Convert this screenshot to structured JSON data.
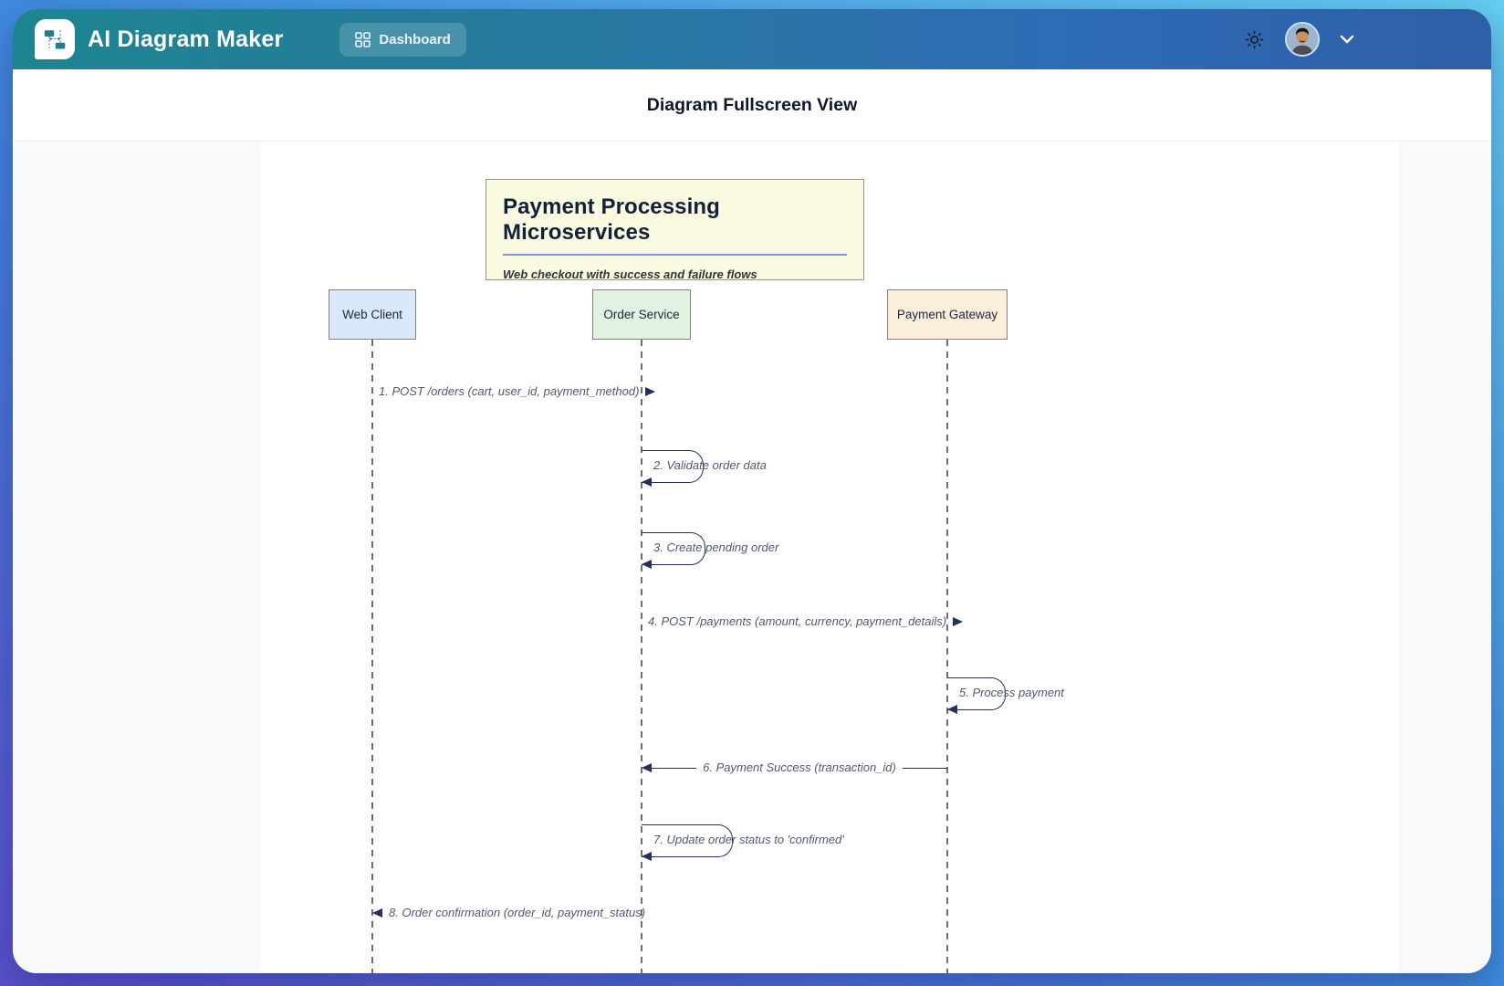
{
  "header": {
    "app_title": "AI Diagram Maker",
    "dashboard_label": "Dashboard",
    "icons": [
      "app-logo-sequence-icon",
      "dashboard-grid-icon",
      "sun-theme-icon",
      "user-avatar",
      "chevron-down-icon"
    ]
  },
  "page": {
    "title": "Diagram Fullscreen View"
  },
  "diagram": {
    "title": "Payment Processing Microservices",
    "subtitle": "Web checkout with success and failure flows",
    "participants": [
      {
        "label": "Web Client",
        "fill": "#D9E9FB"
      },
      {
        "label": "Order Service",
        "fill": "#E3F1E2"
      },
      {
        "label": "Payment Gateway",
        "fill": "#FBEEDA"
      }
    ],
    "messages": [
      {
        "label": "1. POST /orders (cart, user_id, payment_method)",
        "from": "Web Client",
        "to": "Order Service",
        "kind": "solid-arrow"
      },
      {
        "label": "2. Validate order data",
        "from": "Order Service",
        "to": "Order Service",
        "kind": "self"
      },
      {
        "label": "3. Create pending order",
        "from": "Order Service",
        "to": "Order Service",
        "kind": "self"
      },
      {
        "label": "4. POST /payments (amount, currency, payment_details)",
        "from": "Order Service",
        "to": "Payment Gateway",
        "kind": "solid-arrow"
      },
      {
        "label": "5. Process payment",
        "from": "Payment Gateway",
        "to": "Payment Gateway",
        "kind": "self"
      },
      {
        "label": "6. Payment Success (transaction_id)",
        "from": "Payment Gateway",
        "to": "Order Service",
        "kind": "solid-arrow"
      },
      {
        "label": "7. Update order status to 'confirmed'",
        "from": "Order Service",
        "to": "Order Service",
        "kind": "self"
      },
      {
        "label": "8. Order confirmation (order_id, payment_status)",
        "from": "Order Service",
        "to": "Web Client",
        "kind": "solid-arrow"
      }
    ],
    "colors": {
      "header_gradient_start": "#1E858F",
      "header_gradient_end": "#2F5FA6",
      "frame_gradient": [
        "#5B51CE",
        "#3F8EE2",
        "#66CFF2"
      ],
      "content_bg": "#F8F9FA",
      "canvas_bg": "#FFFFFF",
      "title_box_fill": "#FAFAE1",
      "title_underline": "#7E9AD8",
      "arrow_color": "#22305A",
      "message_text_color": "#4E5970",
      "lifeline_color": "#6F6F6F"
    }
  }
}
